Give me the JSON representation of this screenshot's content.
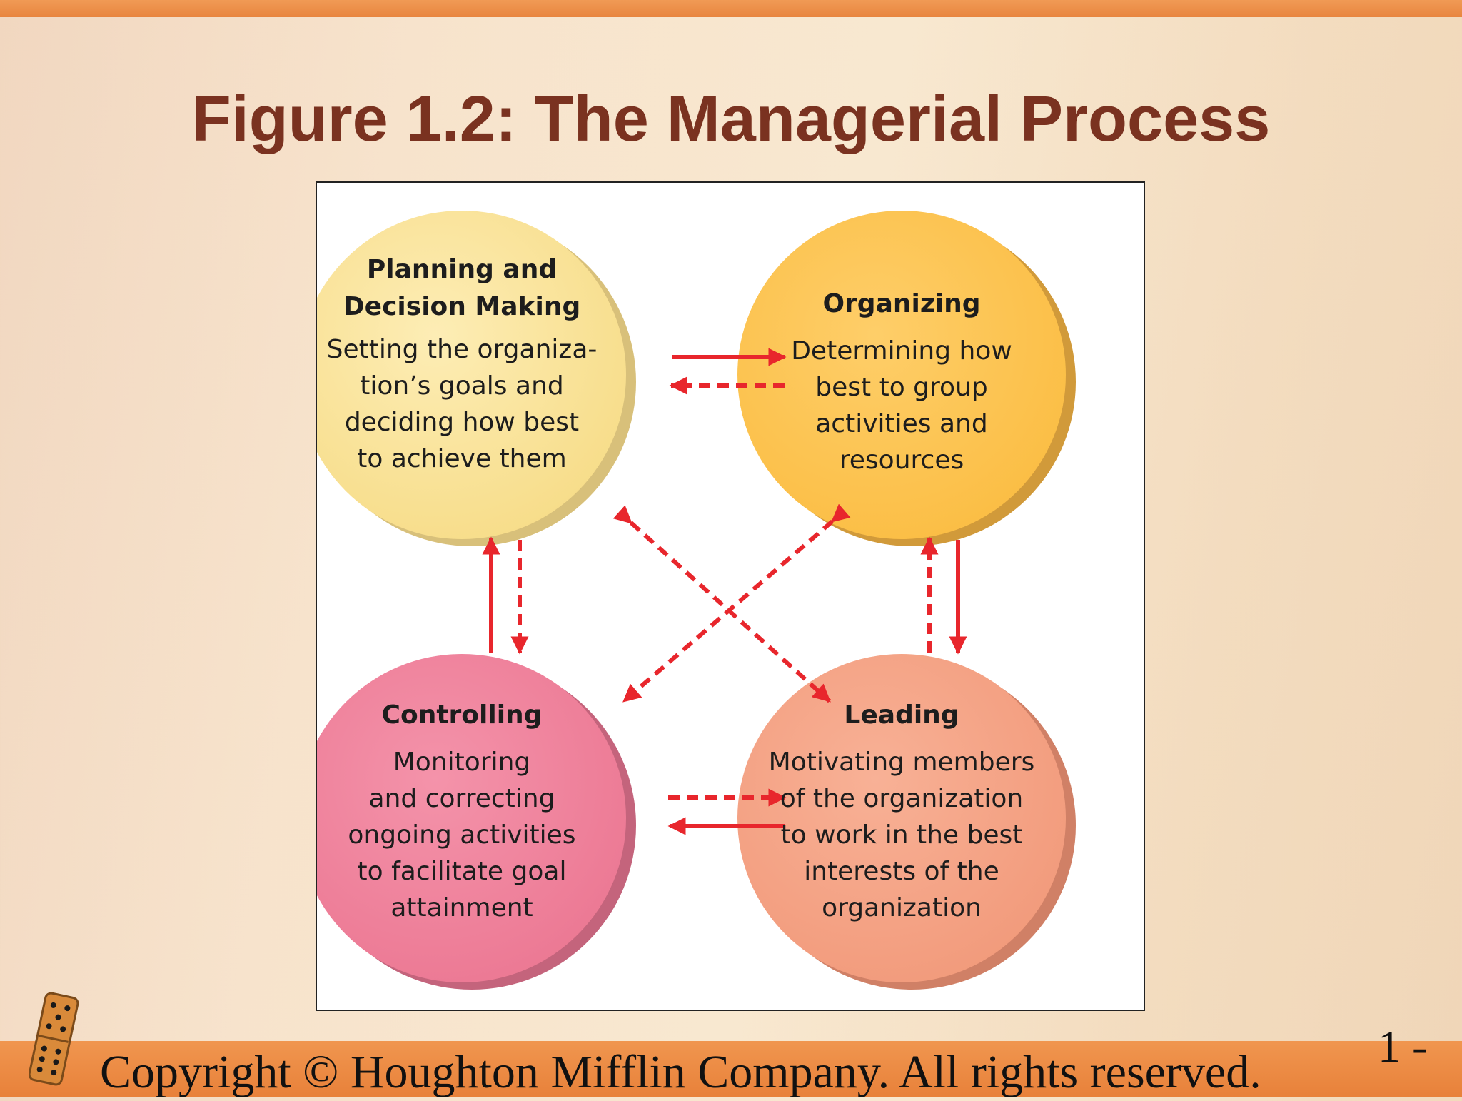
{
  "slide": {
    "title": "Figure 1.2: The Managerial Process",
    "copyright": "Copyright © Houghton Mifflin Company. All rights reserved.",
    "slide_number": "1 -"
  },
  "diagram": {
    "nodes": [
      {
        "id": "planning",
        "heading_line1": "Planning and",
        "heading_line2": "Decision Making",
        "desc": [
          "Setting the organiza-",
          "tion’s goals and",
          "deciding how best",
          "to achieve them"
        ],
        "color": "#fae49c"
      },
      {
        "id": "organizing",
        "heading": "Organizing",
        "desc": [
          "Determining how",
          "best to group",
          "activities and",
          "resources"
        ],
        "color": "#fdc452"
      },
      {
        "id": "controlling",
        "heading": "Controlling",
        "desc": [
          "Monitoring",
          "and correcting",
          "ongoing activities",
          "to facilitate goal",
          "attainment"
        ],
        "color": "#f0869f"
      },
      {
        "id": "leading",
        "heading": "Leading",
        "desc": [
          "Motivating members",
          "of the organization",
          "to work in the best",
          "interests of the",
          "organization"
        ],
        "color": "#f6a487"
      }
    ],
    "arrow_color": "#e8262c",
    "edges": [
      {
        "from": "planning",
        "to": "organizing",
        "style": "solid"
      },
      {
        "from": "organizing",
        "to": "planning",
        "style": "dashed"
      },
      {
        "from": "organizing",
        "to": "leading",
        "style": "solid"
      },
      {
        "from": "leading",
        "to": "organizing",
        "style": "dashed"
      },
      {
        "from": "leading",
        "to": "controlling",
        "style": "solid"
      },
      {
        "from": "controlling",
        "to": "leading",
        "style": "dashed"
      },
      {
        "from": "controlling",
        "to": "planning",
        "style": "solid"
      },
      {
        "from": "planning",
        "to": "controlling",
        "style": "dashed"
      },
      {
        "from": "planning",
        "to": "leading",
        "style": "dashed-bidirectional"
      },
      {
        "from": "organizing",
        "to": "controlling",
        "style": "dashed-bidirectional"
      }
    ]
  }
}
